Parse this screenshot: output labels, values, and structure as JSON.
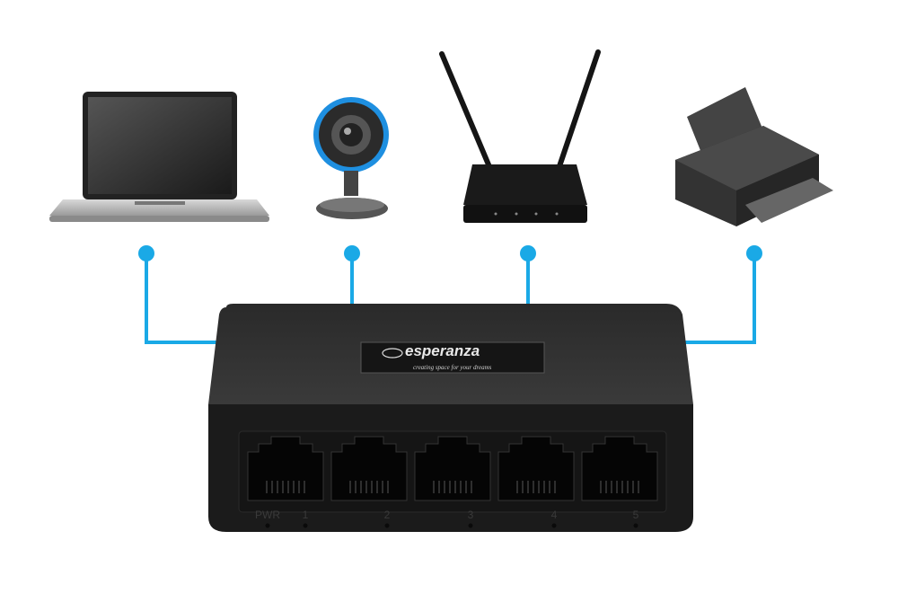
{
  "colors": {
    "link": "#1aa9e6",
    "switch_body": "#1c1c1c",
    "background": "#ffffff"
  },
  "switch": {
    "brand": "esperanza",
    "tagline": "creating space for your dreams",
    "port_labels": [
      "PWR",
      "1",
      "2",
      "3",
      "4",
      "5"
    ]
  },
  "devices": [
    {
      "name": "laptop-icon"
    },
    {
      "name": "webcam-icon"
    },
    {
      "name": "router-icon"
    },
    {
      "name": "printer-icon"
    }
  ]
}
